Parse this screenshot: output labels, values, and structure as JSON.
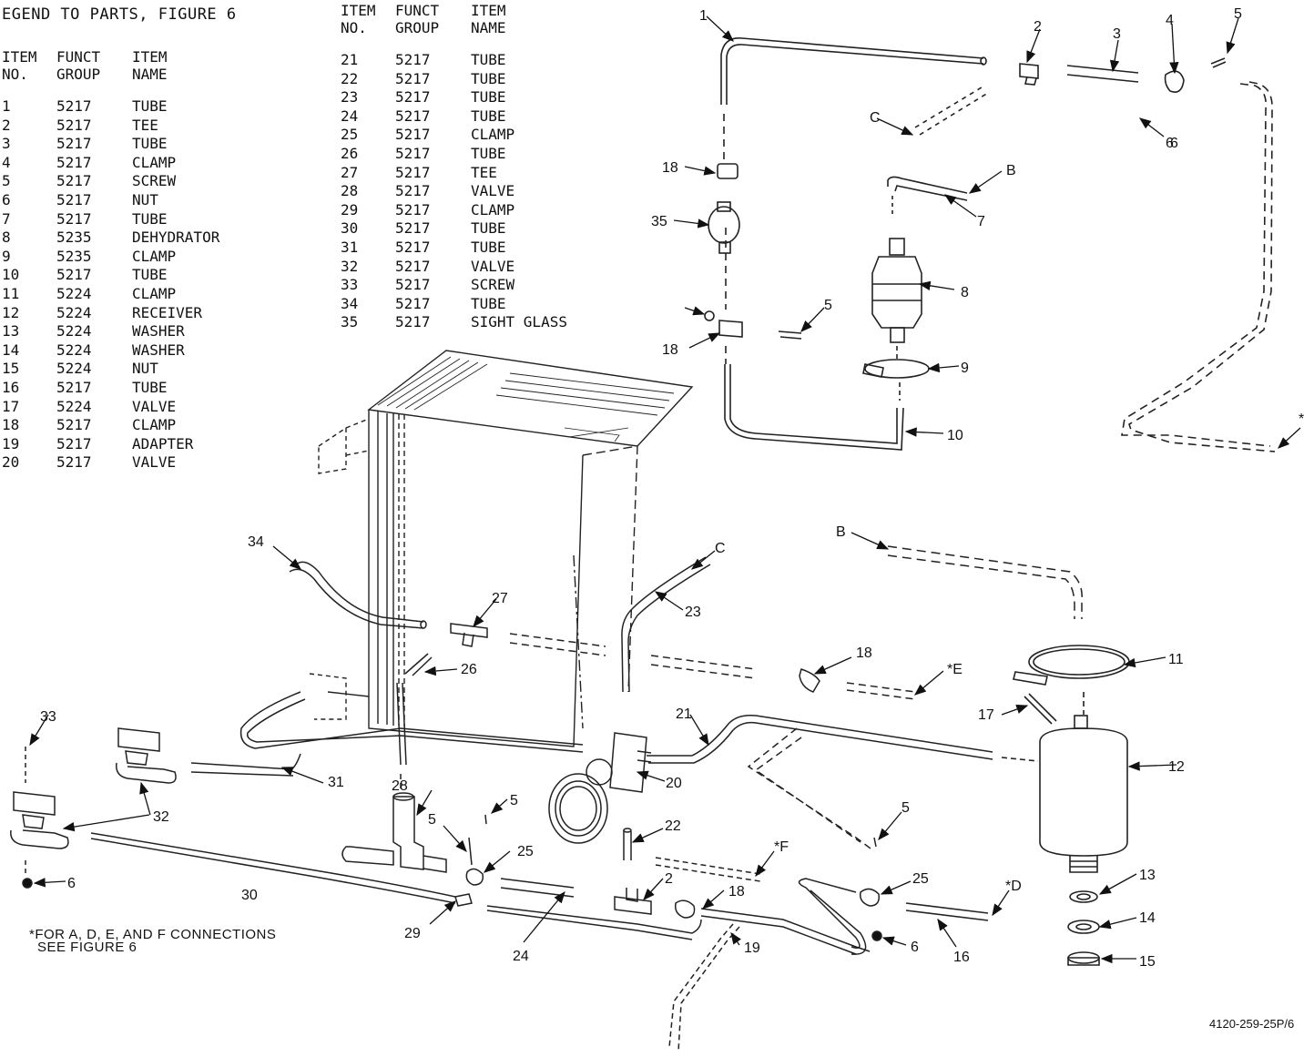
{
  "legend": {
    "title": "EGEND TO PARTS, FIGURE 6",
    "headers": {
      "item_no": [
        "ITEM",
        "NO."
      ],
      "funct_group": [
        "FUNCT",
        "GROUP"
      ],
      "item_name": [
        "ITEM",
        "NAME"
      ]
    },
    "left_items": [
      {
        "no": "1",
        "group": "5217",
        "name": "TUBE"
      },
      {
        "no": "2",
        "group": "5217",
        "name": "TEE"
      },
      {
        "no": "3",
        "group": "5217",
        "name": "TUBE"
      },
      {
        "no": "4",
        "group": "5217",
        "name": "CLAMP"
      },
      {
        "no": "5",
        "group": "5217",
        "name": "SCREW"
      },
      {
        "no": "6",
        "group": "5217",
        "name": "NUT"
      },
      {
        "no": "7",
        "group": "5217",
        "name": "TUBE"
      },
      {
        "no": "8",
        "group": "5235",
        "name": "DEHYDRATOR"
      },
      {
        "no": "9",
        "group": "5235",
        "name": "CLAMP"
      },
      {
        "no": "10",
        "group": "5217",
        "name": "TUBE"
      },
      {
        "no": "11",
        "group": "5224",
        "name": "CLAMP"
      },
      {
        "no": "12",
        "group": "5224",
        "name": "RECEIVER"
      },
      {
        "no": "13",
        "group": "5224",
        "name": "WASHER"
      },
      {
        "no": "14",
        "group": "5224",
        "name": "WASHER"
      },
      {
        "no": "15",
        "group": "5224",
        "name": "NUT"
      },
      {
        "no": "16",
        "group": "5217",
        "name": "TUBE"
      },
      {
        "no": "17",
        "group": "5224",
        "name": "VALVE"
      },
      {
        "no": "18",
        "group": "5217",
        "name": "CLAMP"
      },
      {
        "no": "19",
        "group": "5217",
        "name": "ADAPTER"
      },
      {
        "no": "20",
        "group": "5217",
        "name": "VALVE"
      }
    ],
    "right_items": [
      {
        "no": "21",
        "group": "5217",
        "name": "TUBE"
      },
      {
        "no": "22",
        "group": "5217",
        "name": "TUBE"
      },
      {
        "no": "23",
        "group": "5217",
        "name": "TUBE"
      },
      {
        "no": "24",
        "group": "5217",
        "name": "TUBE"
      },
      {
        "no": "25",
        "group": "5217",
        "name": "CLAMP"
      },
      {
        "no": "26",
        "group": "5217",
        "name": "TUBE"
      },
      {
        "no": "27",
        "group": "5217",
        "name": "TEE"
      },
      {
        "no": "28",
        "group": "5217",
        "name": "VALVE"
      },
      {
        "no": "29",
        "group": "5217",
        "name": "CLAMP"
      },
      {
        "no": "30",
        "group": "5217",
        "name": "TUBE"
      },
      {
        "no": "31",
        "group": "5217",
        "name": "TUBE"
      },
      {
        "no": "32",
        "group": "5217",
        "name": "VALVE"
      },
      {
        "no": "33",
        "group": "5217",
        "name": "SCREW"
      },
      {
        "no": "34",
        "group": "5217",
        "name": "TUBE"
      },
      {
        "no": "35",
        "group": "5217",
        "name": "SIGHT GLASS"
      }
    ]
  },
  "callouts": [
    "1",
    "2",
    "3",
    "4",
    "5",
    "6",
    "18",
    "35",
    "B",
    "7",
    "8",
    "C",
    "6",
    "5",
    "18",
    "9",
    "10",
    "*",
    "34",
    "C",
    "27",
    "23",
    "26",
    "B",
    "18",
    "*E",
    "11",
    "21",
    "17",
    "12",
    "20",
    "31",
    "33",
    "32",
    "28",
    "5",
    "5",
    "22",
    "*F",
    "25",
    "5",
    "25",
    "*D",
    "13",
    "2",
    "18",
    "30",
    "6",
    "29",
    "24",
    "19",
    "6",
    "16",
    "14",
    "15"
  ],
  "note": [
    "*FOR A, D, E, AND F CONNECTIONS",
    "SEE FIGURE 6"
  ],
  "figure_id": "4120-259-25P/6"
}
